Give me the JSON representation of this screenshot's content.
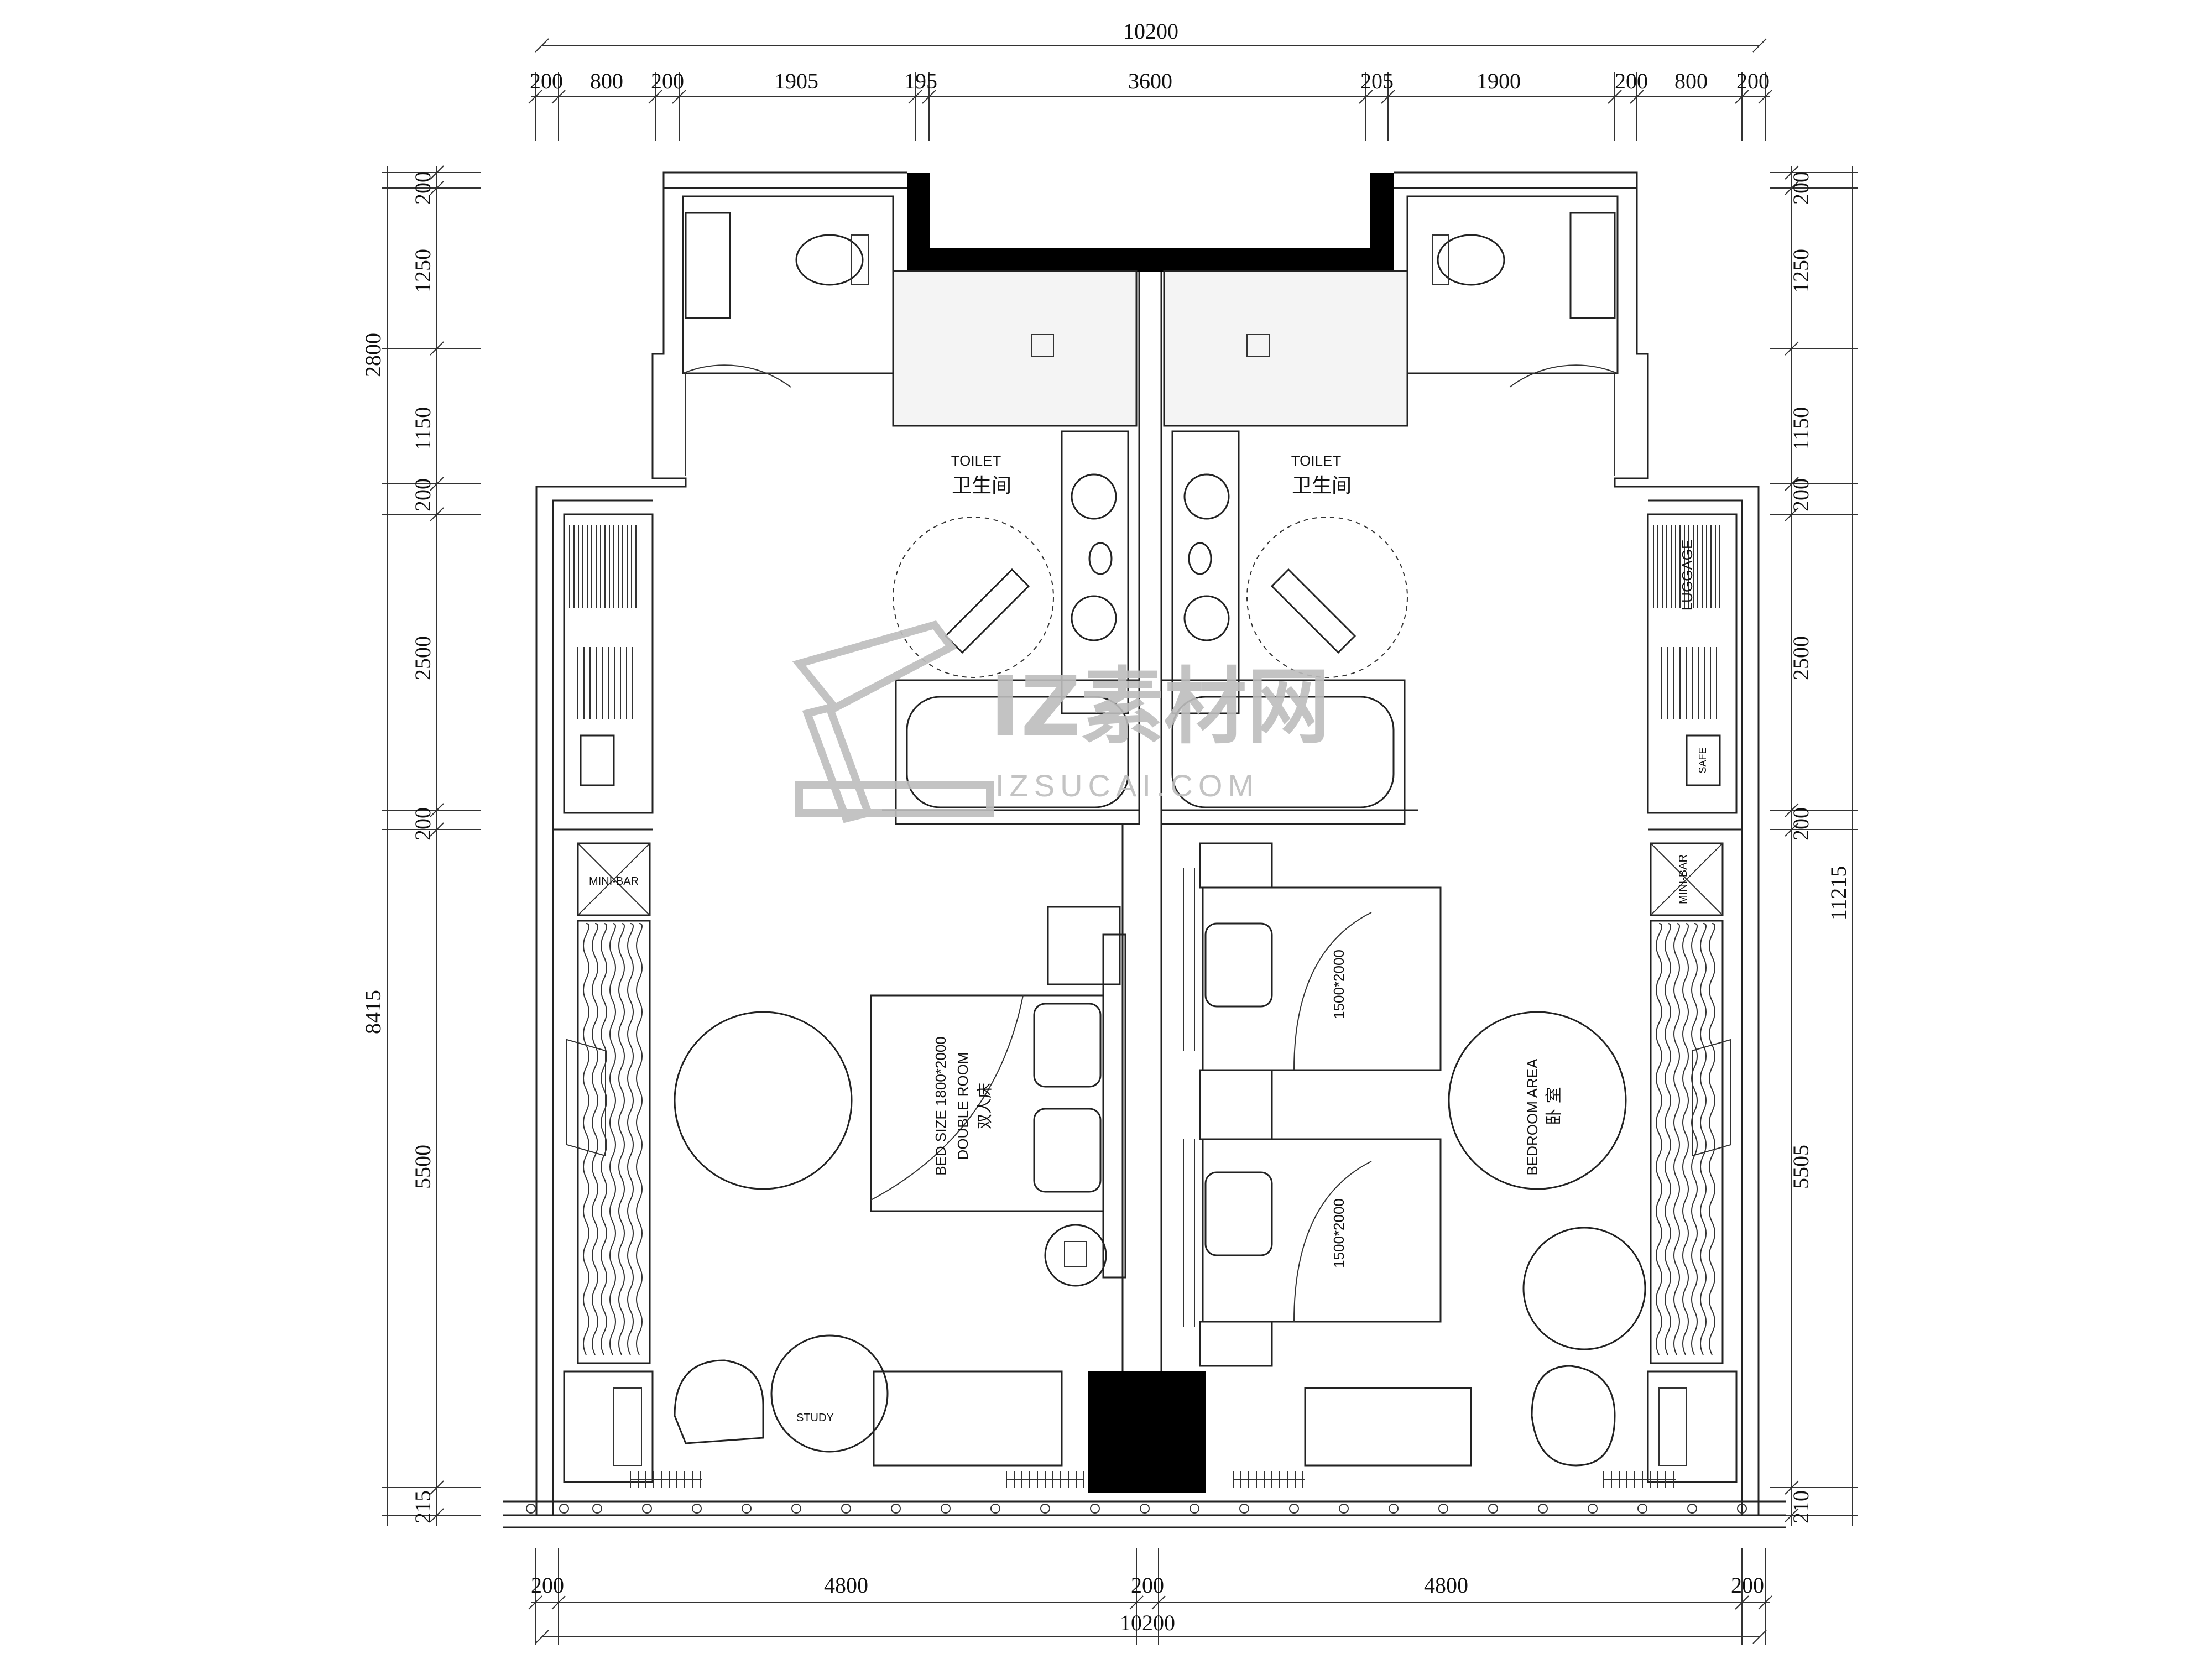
{
  "drawing": {
    "top_total": "10200",
    "top_segments": [
      "200",
      "800",
      "200",
      "1905",
      "195",
      "3600",
      "205",
      "1900",
      "200",
      "800",
      "200"
    ],
    "bottom_total": "10200",
    "bottom_segments": [
      "200",
      "4800",
      "200",
      "4800",
      "200"
    ],
    "left_total_top": "2800",
    "left_total_bottom": "8415",
    "left_segments": [
      "200",
      "1250",
      "1150",
      "200",
      "2500",
      "200",
      "5500",
      "215"
    ],
    "right_total": "11215",
    "right_segments": [
      "200",
      "1250",
      "1150",
      "200",
      "2500",
      "200",
      "5505",
      "210"
    ]
  },
  "labels": {
    "toilet_en": "TOILET",
    "toilet_cn": "卫生间",
    "mini_bar": "MINI-BAR",
    "bed_size": "BED SIZE  1800*2000",
    "double_room": "DOUBLE ROOM",
    "double_bed_cn": "双人床",
    "twin_bed_size_1": "1500*2000",
    "twin_bed_size_2": "1500*2000",
    "bedroom_area": "BEDROOM AREA",
    "bedroom_cn": "卧 室",
    "study": "STUDY",
    "luggage": "LUGGAGE",
    "safe": "SAFE"
  },
  "watermark": {
    "title": "IZ素材网",
    "url": "IZSUCAI.COM"
  }
}
